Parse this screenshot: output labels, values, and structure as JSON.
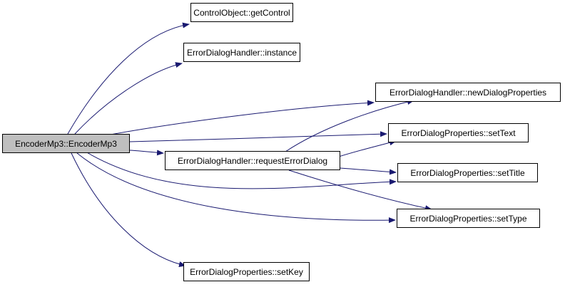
{
  "colors": {
    "edge": "#191970",
    "root_fill": "#bfbfbf",
    "node_fill": "#ffffff",
    "node_border": "#000000"
  },
  "nodes": {
    "encoder": "EncoderMp3::EncoderMp3",
    "get_control": "ControlObject::getControl",
    "instance": "ErrorDialogHandler::instance",
    "new_dialog_properties": "ErrorDialogHandler::newDialogProperties",
    "set_text": "ErrorDialogProperties::setText",
    "request_error_dialog": "ErrorDialogHandler::requestErrorDialog",
    "set_title": "ErrorDialogProperties::setTitle",
    "set_type": "ErrorDialogProperties::setType",
    "set_key": "ErrorDialogProperties::setKey"
  }
}
